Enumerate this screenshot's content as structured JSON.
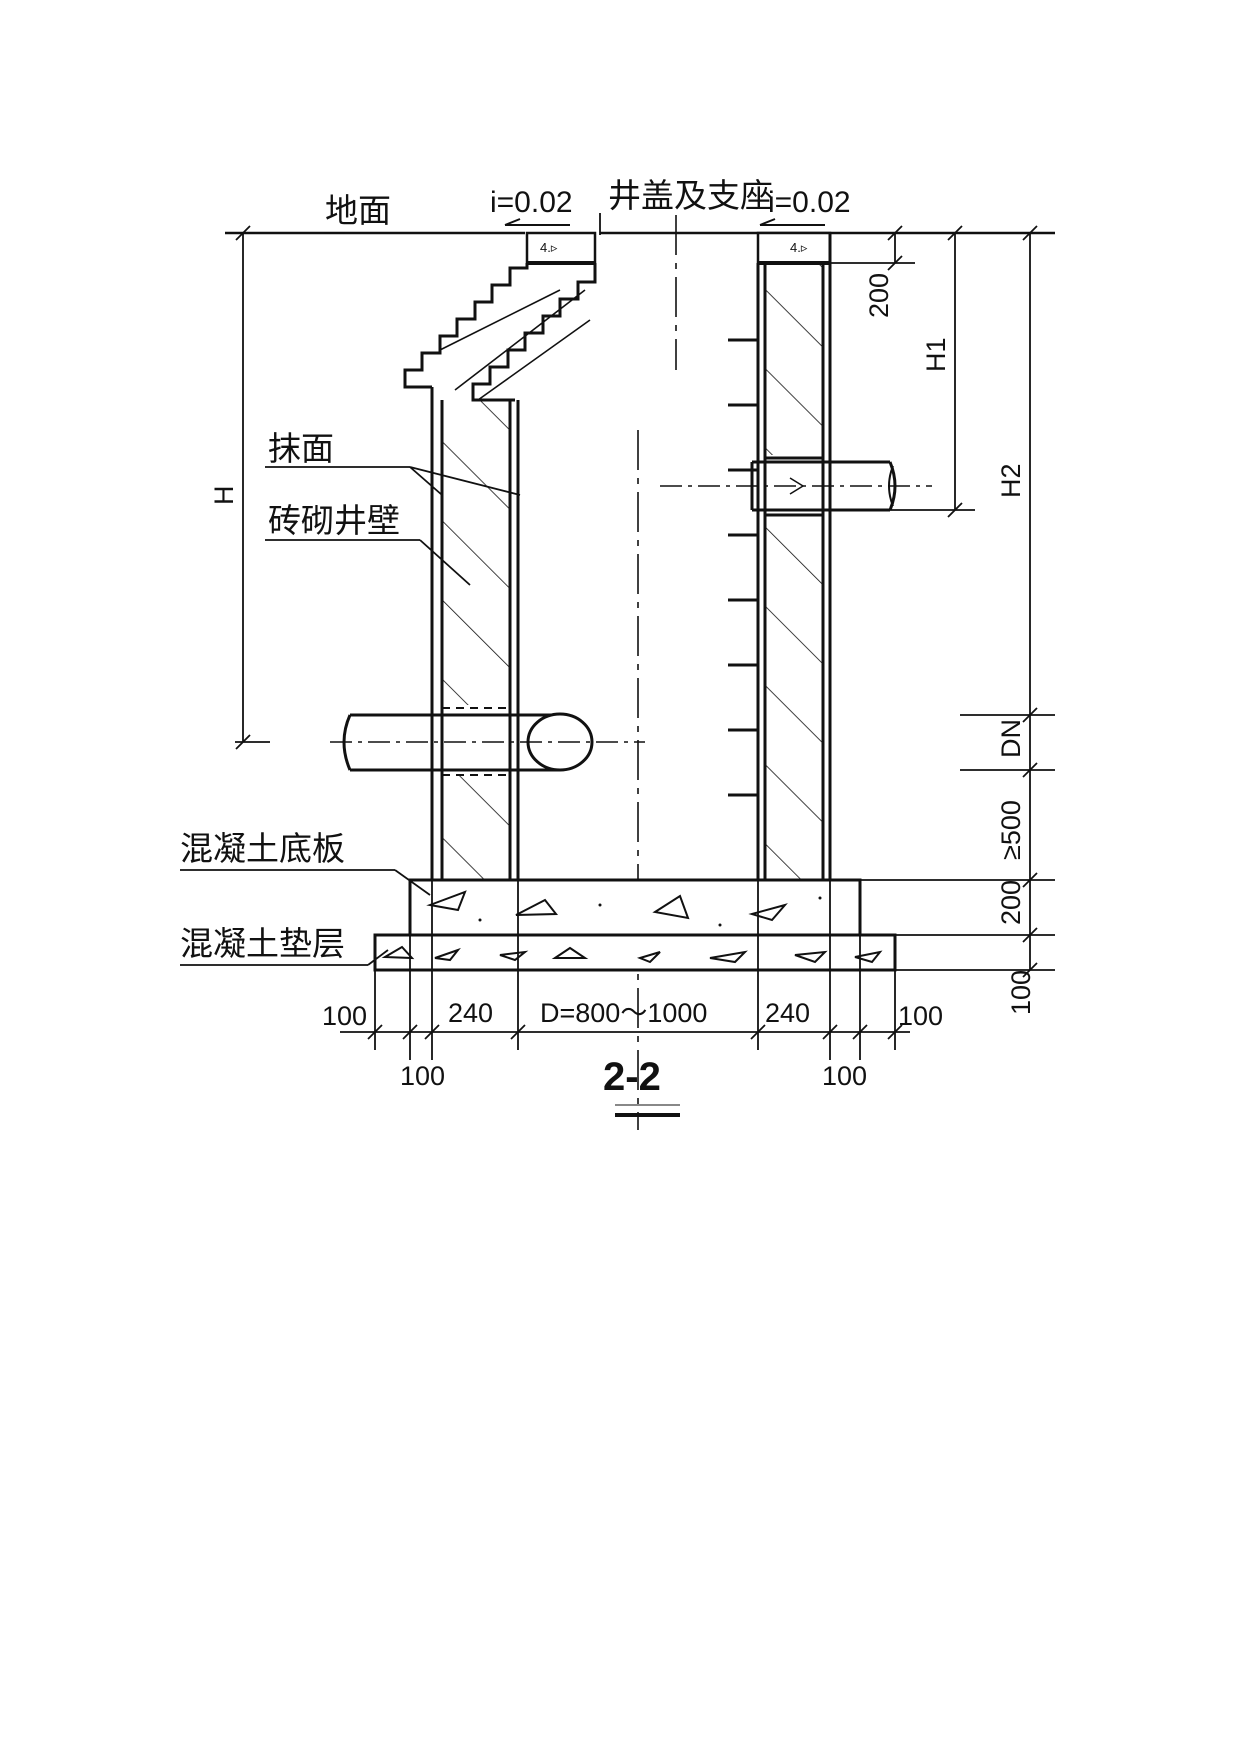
{
  "labels": {
    "ground": "地面",
    "slope_left": "i=0.02",
    "slope_right": "i=0.02",
    "cover": "井盖及支座",
    "plaster": "抹面",
    "brick_wall": "砖砌井壁",
    "base_slab": "混凝土底板",
    "cushion": "混凝土垫层",
    "section": "2-2"
  },
  "dimensions": {
    "left_h": "H",
    "top_200": "200",
    "h1": "H1",
    "h2": "H2",
    "dn": "DN",
    "ge500": "≥500",
    "slab_200": "200",
    "cushion_100": "100",
    "bottom_100_left": "100",
    "bottom_240_left": "240",
    "bottom_d": "D=800～1000",
    "bottom_240_right": "240",
    "bottom_100_right": "100",
    "lower_100_left": "100",
    "lower_100_right": "100"
  }
}
